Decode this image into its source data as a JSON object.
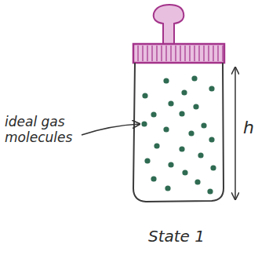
{
  "diagram": {
    "caption": "State 1",
    "labels": [
      "ideal gas molecules",
      "h"
    ]
  }
}
